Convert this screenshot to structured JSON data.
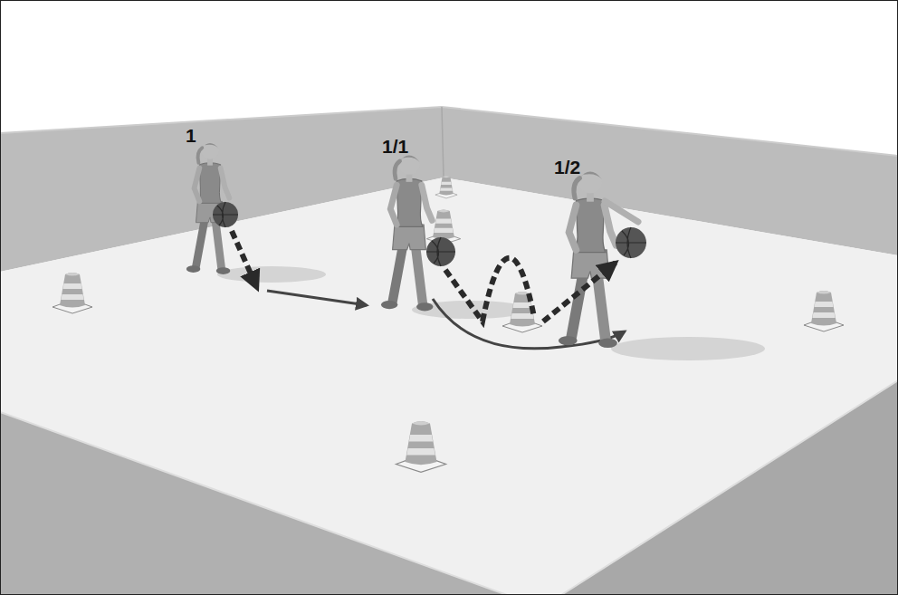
{
  "diagram": {
    "labels": [
      "1",
      "1/1",
      "1/2"
    ]
  }
}
